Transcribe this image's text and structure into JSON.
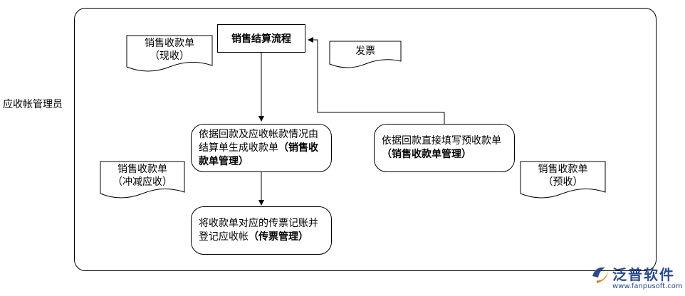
{
  "lane": {
    "label": "应收帐管理员"
  },
  "title": "销售结算流程",
  "documents": {
    "cash": {
      "line1": "销售收款单",
      "line2": "（现收）"
    },
    "invoice": {
      "line1": "发票"
    },
    "offset": {
      "line1": "销售收款单",
      "line2": "（冲减应收）"
    },
    "prepay": {
      "line1": "销售收款单",
      "line2": "（预收）"
    }
  },
  "processes": {
    "generate": {
      "text": "依据回款及应收帐款情况由结算单生成收款单",
      "bold": "（销售收款单管理）"
    },
    "prepay": {
      "text": "依据回款直接填写预收款单",
      "bold": "（销售收款单管理）"
    },
    "record": {
      "text": "将收款单对应的传票记账并登记应收帐",
      "bold": "（传票管理）"
    }
  },
  "logo": {
    "name": "泛普软件",
    "url": "www.fanpusoft.com"
  },
  "colors": {
    "logo": "#2a4a8a",
    "logo_accent": "#e07820"
  }
}
